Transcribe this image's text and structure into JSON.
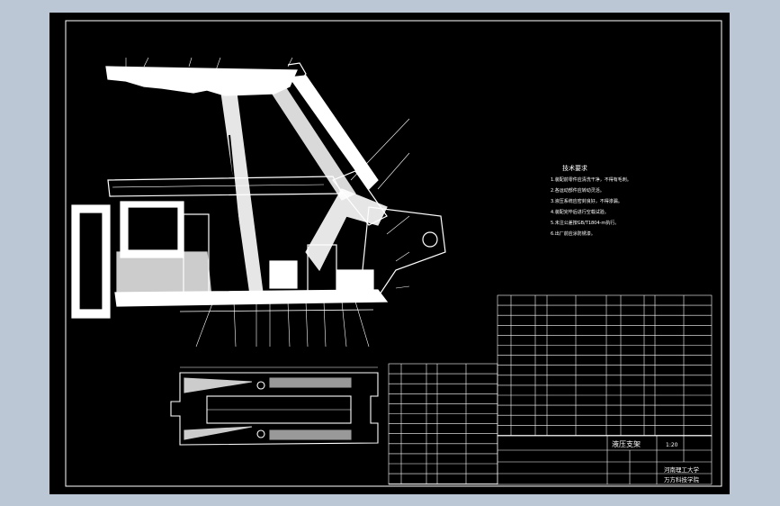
{
  "window": {
    "bg_color": "#bcc7d6",
    "sheet_color": "#000000",
    "line_color": "#ffffff"
  },
  "drawing": {
    "notes_title": "技术要求",
    "notes": [
      "1.装配前零件应清洗干净，不得有毛刺。",
      "2.各运动部件应转动灵活。",
      "3.液压系统应密封良好，不得渗漏。",
      "4.装配完毕后进行空载试验。",
      "5.未注公差按GB/T1804-m执行。",
      "6.出厂前应涂防锈漆。"
    ],
    "title_block": {
      "name": "液压支架",
      "university": "河南理工大学",
      "college": "万方科技学院",
      "scale": "1:20"
    }
  }
}
